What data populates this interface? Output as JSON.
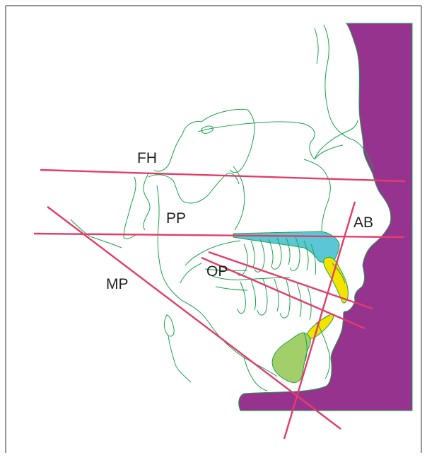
{
  "colors": {
    "tracing": "#1aa34a",
    "reference_line": "#e23d6a",
    "soft_tissue": "#96338f",
    "maxilla": "#5bc6d6",
    "incisor": "#f4e200",
    "mandibular_symphysis": "#a3cf6a",
    "frame": "#555555"
  },
  "labels": {
    "fh": "FH",
    "pp": "PP",
    "op": "OP",
    "mp": "MP",
    "ab": "AB"
  }
}
